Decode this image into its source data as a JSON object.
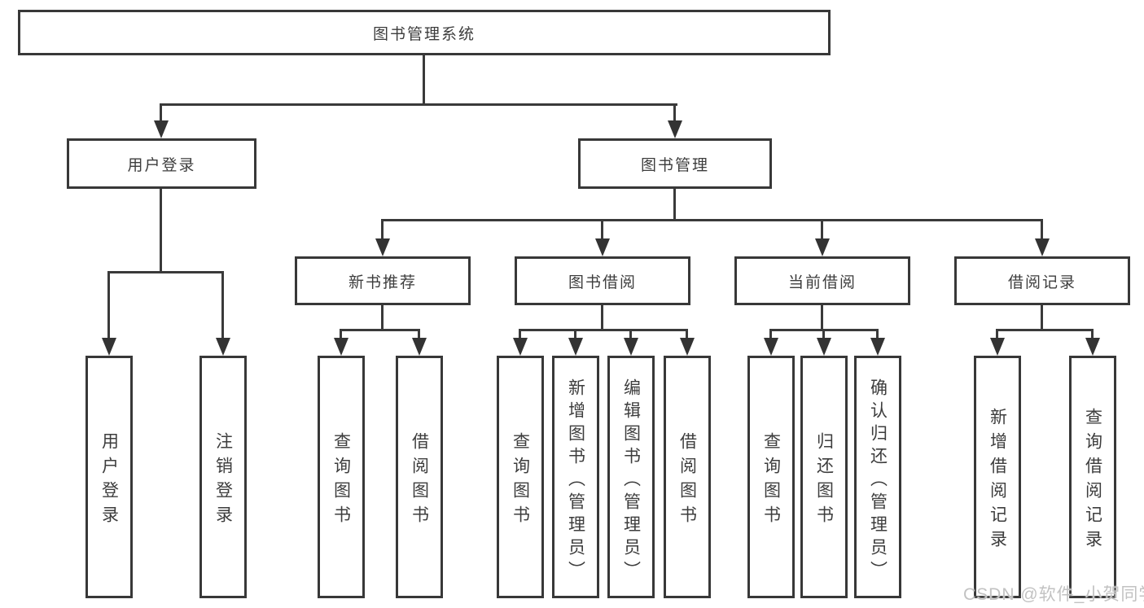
{
  "nodes": {
    "root": "图书管理系统",
    "userLogin": "用户登录",
    "bookMgmt": "图书管理",
    "newBookRec": "新书推荐",
    "bookBorrow": "图书借阅",
    "currentBorrow": "当前借阅",
    "borrowRecord": "借阅记录",
    "leafLogin": "用户登录",
    "leafLogout": "注销登录",
    "recQueryBook": "查询图书",
    "recBorrowBook": "借阅图书",
    "borQueryBook": "查询图书",
    "borAddBook": "新增图书（管理员）",
    "borEditBook": "编辑图书（管理员）",
    "borBorrowBook": "借阅图书",
    "curQueryBook": "查询图书",
    "curReturnBook": "归还图书",
    "curConfirmReturn": "确认归还（管理员）",
    "histAddRecord": "新增借阅记录",
    "histQueryRecord": "查询借阅记录"
  },
  "watermark": "CSDN @软件_小贺同学",
  "colors": {
    "line": "#383838",
    "text": "#3d3d3d",
    "watermark": "#c2c2c2"
  }
}
